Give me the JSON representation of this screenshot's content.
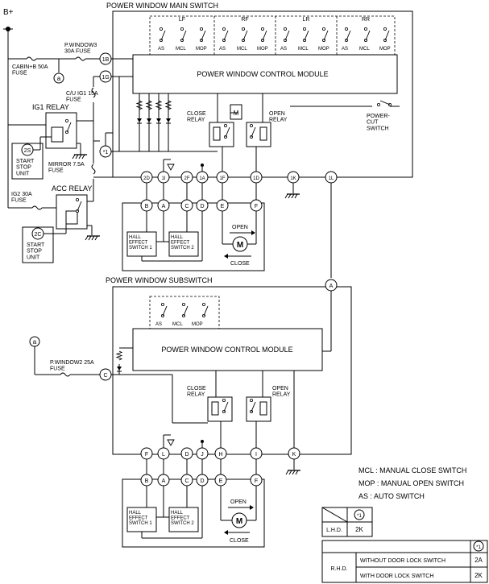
{
  "power_source": "B+",
  "main_switch": {
    "title": "POWER WINDOW MAIN SWITCH",
    "module": "POWER WINDOW CONTROL MODULE",
    "groups": [
      "LF",
      "RF",
      "LR",
      "RR"
    ],
    "lf_switches": [
      "AS",
      "MCL",
      "MOP"
    ],
    "rf_switches": [
      "AS",
      "MCL",
      "MOP"
    ],
    "lr_switches": [
      "AS",
      "MCL",
      "MOP"
    ],
    "rr_switches": [
      "AS",
      "MCL",
      "MOP"
    ],
    "close_relay": "CLOSE\nRELAY",
    "open_relay": "OPEN\nRELAY",
    "power_cut_switch": "POWER-\nCUT\nSWITCH",
    "terminals_in": [
      "1B",
      "1G"
    ],
    "terminals_bottom": [
      "2D",
      "1I",
      "2F",
      "1A",
      "1F",
      "1D",
      "1K",
      "1L"
    ]
  },
  "fuses": {
    "cabin": "CABIN+B 50A\nFUSE",
    "pwindow3": "P.WINDOW3\n30A FUSE",
    "cu_ig1": "C/U IG1 15A\nFUSE",
    "mirror": "MIRROR 7.5A\nFUSE",
    "ig2": "IG2 30A\nFUSE",
    "pwindow2": "P.WINDOW2 25A\nFUSE"
  },
  "relays": {
    "ig1": "IG1 RELAY",
    "acc": "ACC RELAY"
  },
  "stop_units": {
    "unit1_terminal": "2S",
    "unit2_terminal": "2C",
    "label": "START\nSTOP\nUNIT"
  },
  "connectors": {
    "a": "a",
    "star1": "*1",
    "A": "A",
    "C": "C"
  },
  "front_motor": {
    "terminals": [
      "B",
      "A",
      "C",
      "D",
      "E",
      "F"
    ],
    "hall1": "HALL\nEFFECT\nSWITCH 1",
    "hall2": "HALL\nEFFECT\nSWITCH 2",
    "motor": "M",
    "open": "OPEN",
    "close": "CLOSE"
  },
  "subswitch": {
    "title": "POWER WINDOW SUBSWITCH",
    "module": "POWER WINDOW CONTROL MODULE",
    "switches": [
      "AS",
      "MCL",
      "MOP"
    ],
    "close_relay": "CLOSE\nRELAY",
    "open_relay": "OPEN\nRELAY",
    "terminals_bottom": [
      "F",
      "L",
      "D",
      "J",
      "H",
      "I",
      "K"
    ]
  },
  "rear_motor": {
    "terminals": [
      "B",
      "A",
      "C",
      "D",
      "E",
      "F"
    ],
    "hall1": "HALL\nEFFECT\nSWITCH 1",
    "hall2": "HALL\nEFFECT\nSWITCH 2",
    "motor": "M",
    "open": "OPEN",
    "close": "CLOSE"
  },
  "legend": [
    "MCL : MANUAL CLOSE SWITCH",
    "MOP : MANUAL OPEN SWITCH",
    "AS : AUTO SWITCH"
  ],
  "table_lhd": {
    "header": "*1",
    "row_label": "L.H.D.",
    "value": "2K"
  },
  "table_rhd": {
    "header": "*1",
    "group_label": "R.H.D.",
    "rows": [
      {
        "label": "WITHOUT DOOR LOCK SWITCH",
        "value": "2A"
      },
      {
        "label": "WITH DOOR LOCK SWITCH",
        "value": "2K"
      }
    ]
  }
}
